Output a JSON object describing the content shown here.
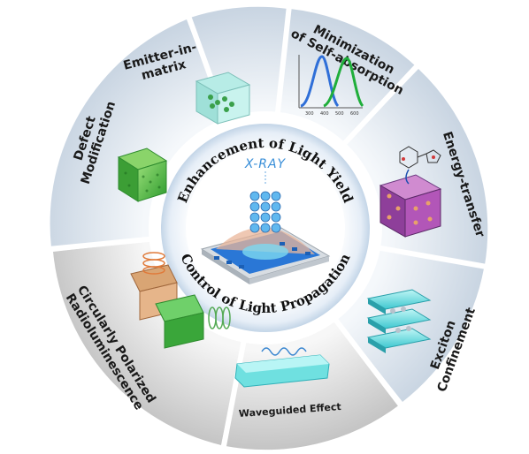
{
  "center": {
    "xray_label": "X-RAY",
    "top_arc_title": "Enhancement of Light Yield",
    "bottom_arc_title": "Control of Light Propagation"
  },
  "segments": {
    "emitter_in_matrix": [
      "Emitter-in-",
      "matrix"
    ],
    "self_absorption": [
      "Minimization",
      "of Self-absorption"
    ],
    "energy_transfer": "Energy-transfer",
    "exciton_confinement": [
      "Exciton",
      "Confinement"
    ],
    "waveguided_effect": "Waveguided Effect",
    "circularly_polarized": [
      "Circularly Polarized",
      "Radioluminescence"
    ],
    "defect_modification": [
      "Defect",
      "Modification"
    ]
  },
  "spectrum_axis": {
    "ticks": [
      "300",
      "400",
      "500",
      "600"
    ]
  },
  "colors": {
    "segment_light": "#dfe9f3",
    "segment_dark": "#cdd6df",
    "inner_ring": "#ffffff",
    "accent_blue": "#2f7fd0",
    "spectrum_blue": "#2f6fd8",
    "spectrum_green": "#1fae3a"
  }
}
